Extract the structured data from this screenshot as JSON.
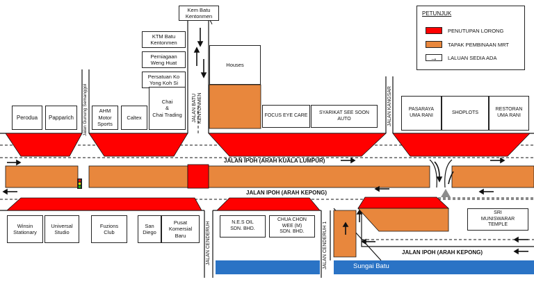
{
  "colors": {
    "road_closure": "#ff0000",
    "mrt_site": "#e8873d",
    "river": "#2a73c5",
    "road_line": "#111111",
    "grey_marker": "#8c8c8c"
  },
  "legend": {
    "title": "PETUNJUK",
    "items": [
      {
        "label": "PENUTUPAN LORONG",
        "kind": "swatch",
        "color": "#ff0000"
      },
      {
        "label": "TAPAK PEMBINAAN  MRT",
        "kind": "swatch",
        "color": "#e8873d"
      },
      {
        "label": "LALUAN SEDIA ADA",
        "kind": "arrow",
        "glyph": "→"
      }
    ]
  },
  "roads": {
    "main_kl": "JALAN IPOH (ARAH KUALA LUMPUR)",
    "main_kepong": "JALAN IPOH (ARAH KEPONG)",
    "lower_kepong": "JALAN IPOH (ARAH KEPONG)",
    "batu_kentonmen": "JALAN BATU\nKENTONMEN",
    "gunung_semanggol": "Jalan Gunung Semanggol",
    "kangsar": "JALAN KANGSAR",
    "cenderuh": "JALAN CENDERUH",
    "cenderuh_1": "JALAN CENDERUH 1"
  },
  "river": {
    "label": "Sungai Batu"
  },
  "top_places": [
    "Kem Batu\nKentonmen",
    "KTM Batu\nKentonmen",
    "Perniagaan\nWeng Huat",
    "Persatuan Ko\nYong Koh Si",
    "Houses"
  ],
  "north_buildings": [
    "Perodua",
    "Papparich",
    "AHM\nMotor\nSports",
    "Caltex",
    "Chai\n&\nChai Trading",
    "FOCUS EYE CARE",
    "SYARIKAT SEE SOON\nAUTO",
    "PASARAYA\nUMA RANI",
    "SHOPLOTS",
    "RESTORAN\nUMA RANI"
  ],
  "south_buildings": [
    "Winsin\nStationary",
    "Universal\nStudio",
    "Fuzions\nClub",
    "San\nDiego",
    "Pusat\nKomersial\nBaru",
    "N.E.S OIL\nSDN. BHD.",
    "CHUA CHON\nWEE (M)\nSDN. BHD.",
    "SRI\nMUNISWARAR\nTEMPLE"
  ]
}
